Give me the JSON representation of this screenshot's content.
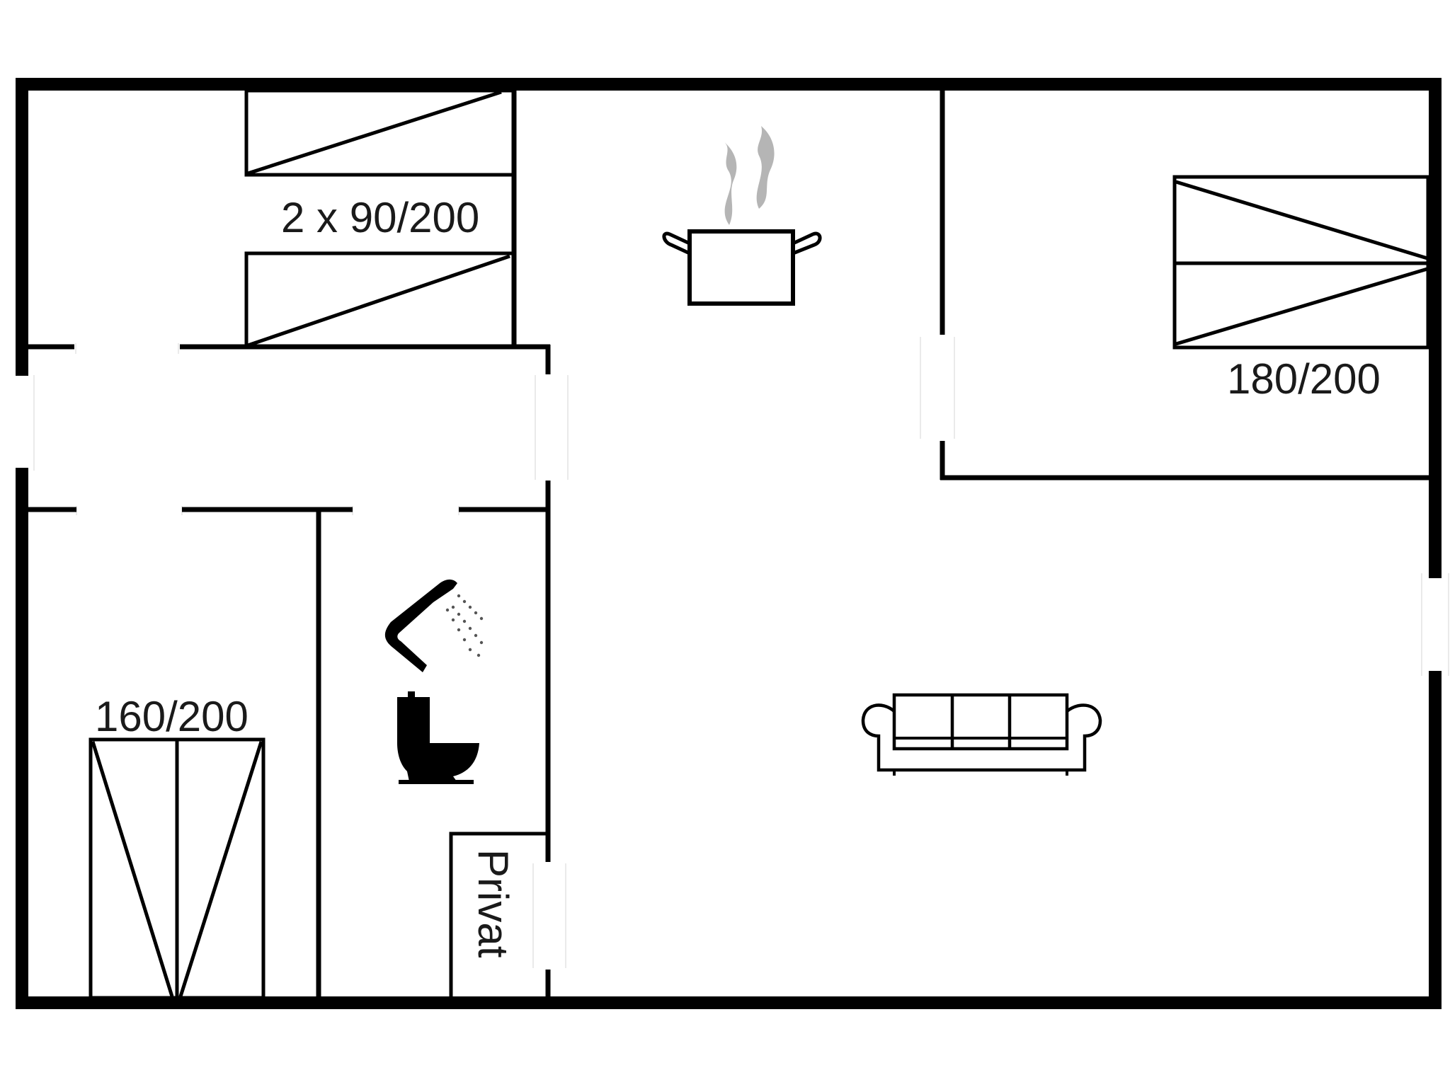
{
  "floor_plan": {
    "colors": {
      "wall": "#000000",
      "background": "#ffffff",
      "steam": "#b5b5b5",
      "label": "#1a1a1a"
    },
    "rooms": [
      {
        "id": "bedroom-twin",
        "bed_label": "2 x 90/200"
      },
      {
        "id": "kitchen",
        "icon": "cooking-pot-icon"
      },
      {
        "id": "bedroom-double",
        "bed_label": "180/200"
      },
      {
        "id": "bedroom-queen",
        "bed_label": "160/200"
      },
      {
        "id": "bathroom",
        "icons": [
          "shower-icon",
          "toilet-icon"
        ]
      },
      {
        "id": "private-storage",
        "label": "Privat"
      },
      {
        "id": "living-room",
        "icon": "sofa-icon"
      }
    ],
    "labels": {
      "twin_beds": "2 x 90/200",
      "double_bed": "180/200",
      "queen_bed": "160/200",
      "private": "Privat"
    }
  }
}
